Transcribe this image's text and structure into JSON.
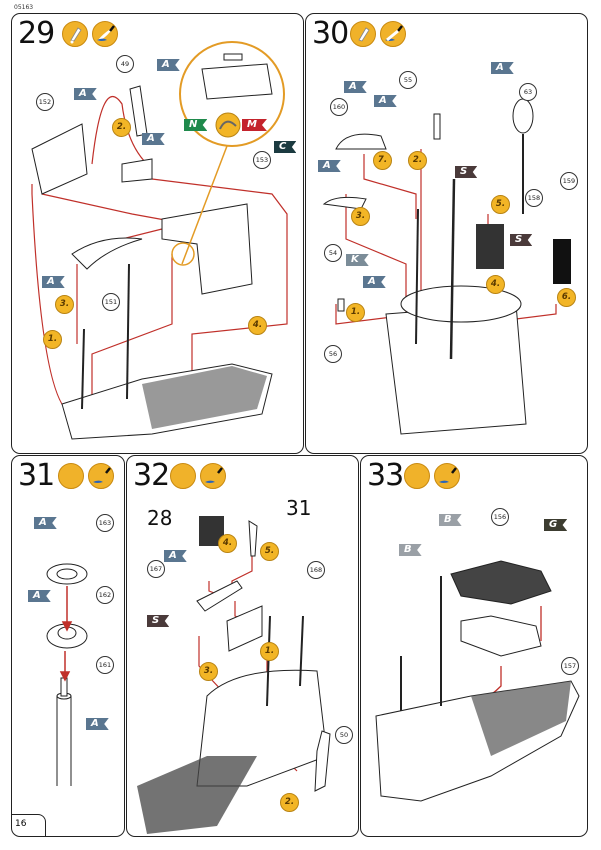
{
  "document": {
    "code": "05163",
    "page_number": "16",
    "icons": [
      "glue-icon",
      "paint-brush-icon"
    ]
  },
  "steps": [
    {
      "number": "29",
      "parts": [
        "49",
        "152",
        "153",
        "151"
      ],
      "substeps": [
        "1.",
        "2.",
        "3.",
        "4."
      ],
      "paint_flags": [
        "A",
        "A",
        "A",
        "A",
        "N",
        "M",
        "C"
      ]
    },
    {
      "number": "30",
      "parts": [
        "55",
        "63",
        "160",
        "54",
        "158",
        "159",
        "56"
      ],
      "substeps": [
        "1.",
        "2.",
        "3.",
        "4.",
        "5.",
        "6.",
        "7."
      ],
      "paint_flags": [
        "A",
        "A",
        "A",
        "A",
        "S",
        "S",
        "K",
        "A"
      ]
    },
    {
      "number": "31",
      "parts": [
        "163",
        "162",
        "161"
      ],
      "paint_flags": [
        "A",
        "A",
        "A"
      ]
    },
    {
      "number": "32",
      "parts": [
        "167",
        "168",
        "50"
      ],
      "large_refs": [
        "28",
        "31"
      ],
      "substeps": [
        "1.",
        "2.",
        "3.",
        "4.",
        "5."
      ],
      "paint_flags": [
        "A",
        "S"
      ]
    },
    {
      "number": "33",
      "parts": [
        "156",
        "157"
      ],
      "paint_flags": [
        "B",
        "B",
        "G"
      ]
    }
  ]
}
